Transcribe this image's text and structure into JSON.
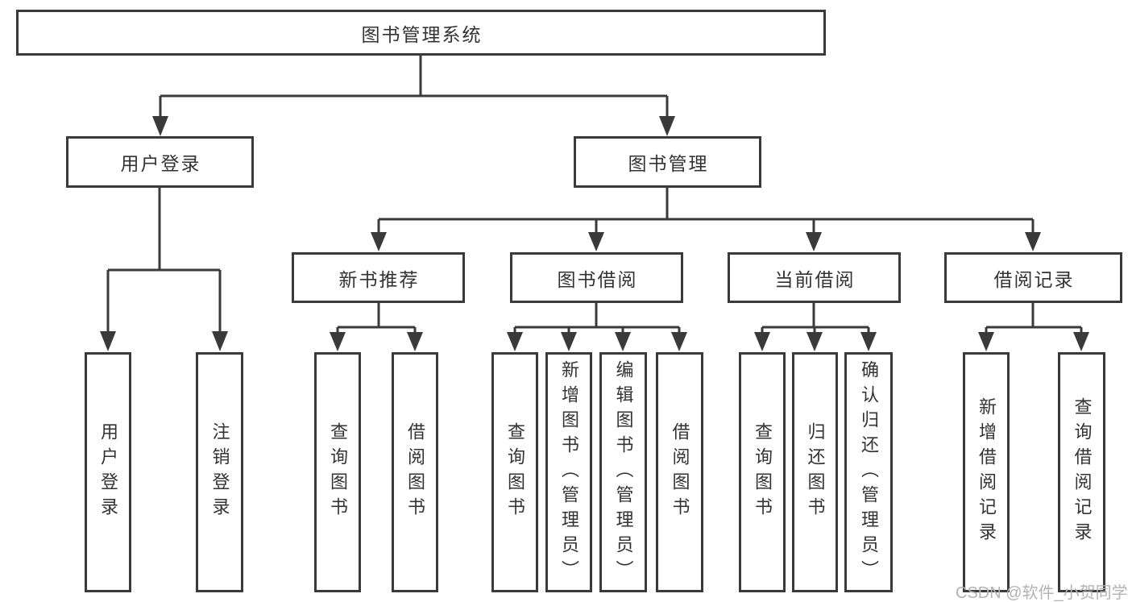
{
  "diagram": {
    "title": "图书管理系统",
    "root": {
      "label": "图书管理系统"
    },
    "level2": [
      {
        "id": "user-login",
        "label": "用户登录"
      },
      {
        "id": "book-management",
        "label": "图书管理"
      }
    ],
    "level3": [
      {
        "id": "new-book-recommend",
        "parent": "图书管理",
        "label": "新书推荐"
      },
      {
        "id": "book-borrowing",
        "parent": "图书管理",
        "label": "图书借阅"
      },
      {
        "id": "current-borrowing",
        "parent": "图书管理",
        "label": "当前借阅"
      },
      {
        "id": "borrow-records",
        "parent": "图书管理",
        "label": "借阅记录"
      }
    ],
    "leaves": [
      {
        "parent": "用户登录",
        "label": "用户登录"
      },
      {
        "parent": "用户登录",
        "label": "注销登录"
      },
      {
        "parent": "新书推荐",
        "label": "查询图书"
      },
      {
        "parent": "新书推荐",
        "label": "借阅图书"
      },
      {
        "parent": "图书借阅",
        "label": "查询图书"
      },
      {
        "parent": "图书借阅",
        "label": "新增图书（管理员）"
      },
      {
        "parent": "图书借阅",
        "label": "编辑图书（管理员）"
      },
      {
        "parent": "图书借阅",
        "label": "借阅图书"
      },
      {
        "parent": "当前借阅",
        "label": "查询图书"
      },
      {
        "parent": "当前借阅",
        "label": "归还图书"
      },
      {
        "parent": "当前借阅",
        "label": "确认归还（管理员）"
      },
      {
        "parent": "借阅记录",
        "label": "新增借阅记录"
      },
      {
        "parent": "借阅记录",
        "label": "查询借阅记录"
      }
    ]
  },
  "watermark": "CSDN @软件_小贺同学",
  "colors": {
    "line": "#3a3a3a",
    "text": "#333333",
    "watermark": "#b3b3b3",
    "background": "#ffffff"
  }
}
